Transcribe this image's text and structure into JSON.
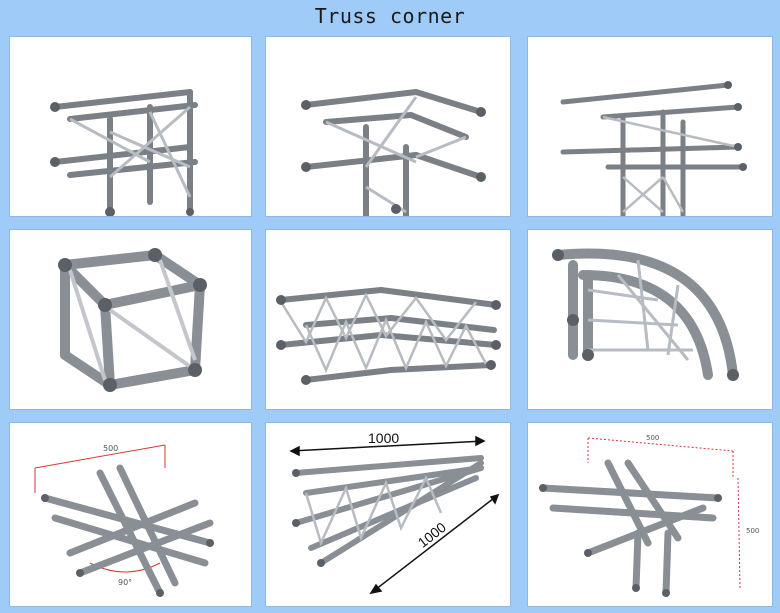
{
  "page": {
    "title": "Truss corner"
  },
  "tiles": [
    {
      "name": "truss-corner-2way-90",
      "labels": {}
    },
    {
      "name": "truss-corner-3way-90",
      "labels": {}
    },
    {
      "name": "truss-t-junction-4way",
      "labels": {}
    },
    {
      "name": "truss-cube-box-corner",
      "labels": {}
    },
    {
      "name": "truss-angled-2way-corner",
      "labels": {}
    },
    {
      "name": "truss-curved-corner",
      "labels": {}
    },
    {
      "name": "truss-cross-4way",
      "labels": {
        "width": "500",
        "angle": "90°"
      }
    },
    {
      "name": "truss-angled-corner-dimensioned",
      "labels": {
        "length_top": "1000",
        "length_side": "1000"
      }
    },
    {
      "name": "truss-t-5way",
      "labels": {
        "width": "500",
        "height": "500"
      }
    }
  ],
  "colors": {
    "background": "#9ecbf7",
    "tile": "#ffffff",
    "metal_dark": "#6f747a",
    "metal_light": "#d5d9de",
    "dim_red": "#d63a3a"
  }
}
